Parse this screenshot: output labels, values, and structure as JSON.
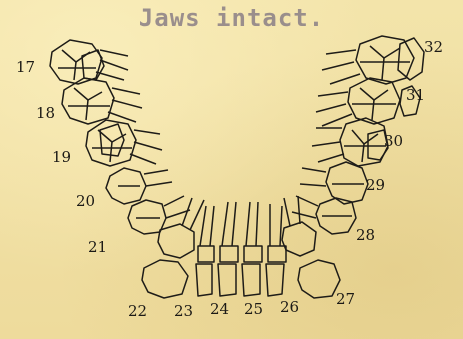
{
  "header": {
    "title": "Jaws intact."
  },
  "teeth": [
    {
      "n": "17"
    },
    {
      "n": "18"
    },
    {
      "n": "19"
    },
    {
      "n": "20"
    },
    {
      "n": "21"
    },
    {
      "n": "22"
    },
    {
      "n": "23"
    },
    {
      "n": "24"
    },
    {
      "n": "25"
    },
    {
      "n": "26"
    },
    {
      "n": "27"
    },
    {
      "n": "28"
    },
    {
      "n": "29"
    },
    {
      "n": "30"
    },
    {
      "n": "31"
    },
    {
      "n": "32"
    }
  ],
  "colors": {
    "paper": "#f1e1a6",
    "ink": "#1e1c18",
    "stamp": "#8a7f86"
  }
}
